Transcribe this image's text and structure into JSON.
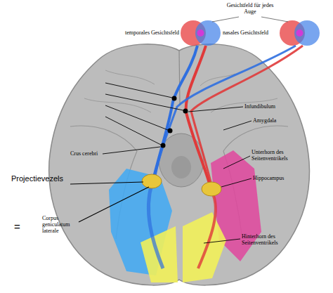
{
  "diagram": {
    "labels": [
      "Gesichtfeld für jedes Auge",
      "temporales Gesichtsfeld",
      "nasales Gesichtsfeld",
      "Infundibulum",
      "Amygdala",
      "Crus cerebri",
      "Unterhorn des Seitenventrikels",
      "Hippocampus",
      "Projectievezels",
      "=",
      "Corpus geniculatum laterale",
      "Hinterhorn des Seitenventrikels"
    ]
  }
}
